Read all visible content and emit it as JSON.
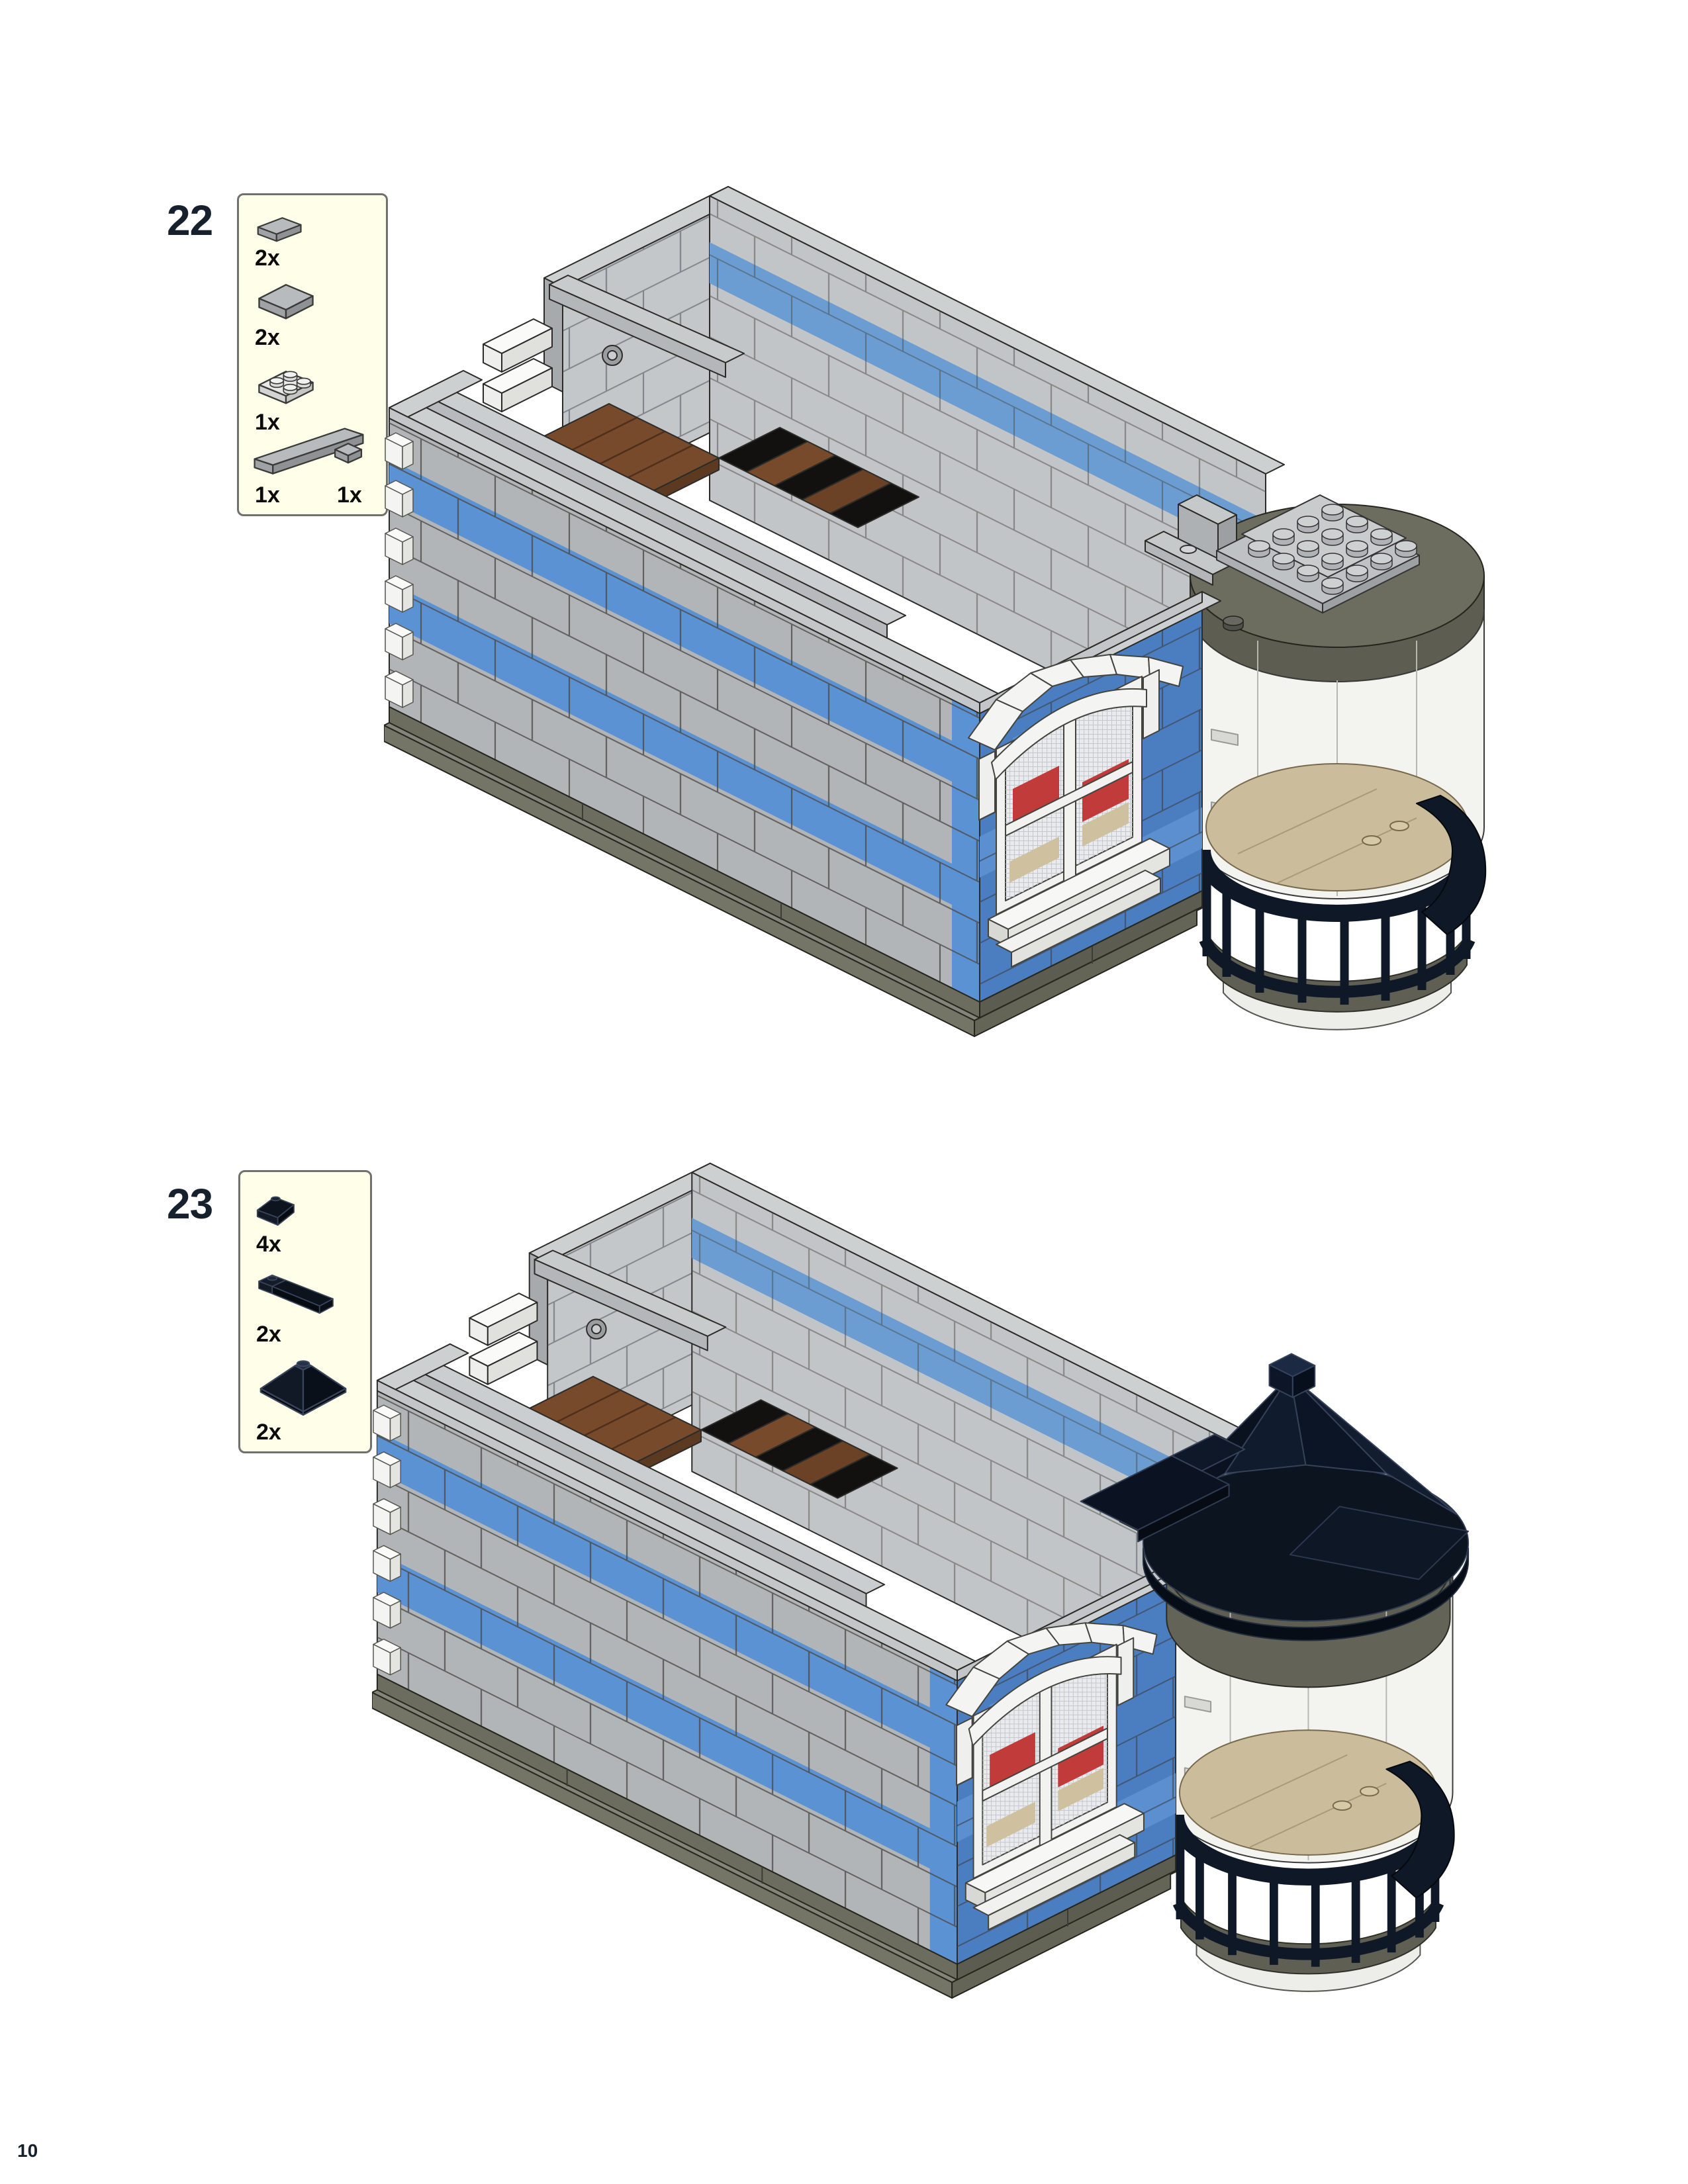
{
  "page": {
    "number": "10"
  },
  "steps": [
    {
      "number": "22",
      "parts": [
        {
          "icon": "tile-1x2-gray-icon",
          "qty": "2x"
        },
        {
          "icon": "tile-2x2-gray-icon",
          "qty": "2x"
        },
        {
          "icon": "plate-2x2-light-icon",
          "qty": "1x"
        },
        {
          "icon": "tile-1x8-gray-icon",
          "qty": "1x"
        },
        {
          "icon": "tile-1x1-gray-icon",
          "qty": "1x"
        }
      ]
    },
    {
      "number": "23",
      "parts": [
        {
          "icon": "slope-1x2-black-icon",
          "qty": "4x"
        },
        {
          "icon": "slope-1x3-black-icon",
          "qty": "2x"
        },
        {
          "icon": "slope-corner-2x2-black-icon",
          "qty": "2x"
        }
      ]
    }
  ],
  "colors": {
    "wall_gray": "#b2b5b7",
    "stripe_blue": "#5b92d3",
    "front_wall_blue": "#4b7ec0",
    "roof_black": "#0c1420",
    "base_olive": "#6c6c5f",
    "floor_brown": "#764a2b",
    "balcony_tan": "#cbbd9c",
    "parts_box_bg": "#fefee9",
    "ink": "#17212e"
  }
}
